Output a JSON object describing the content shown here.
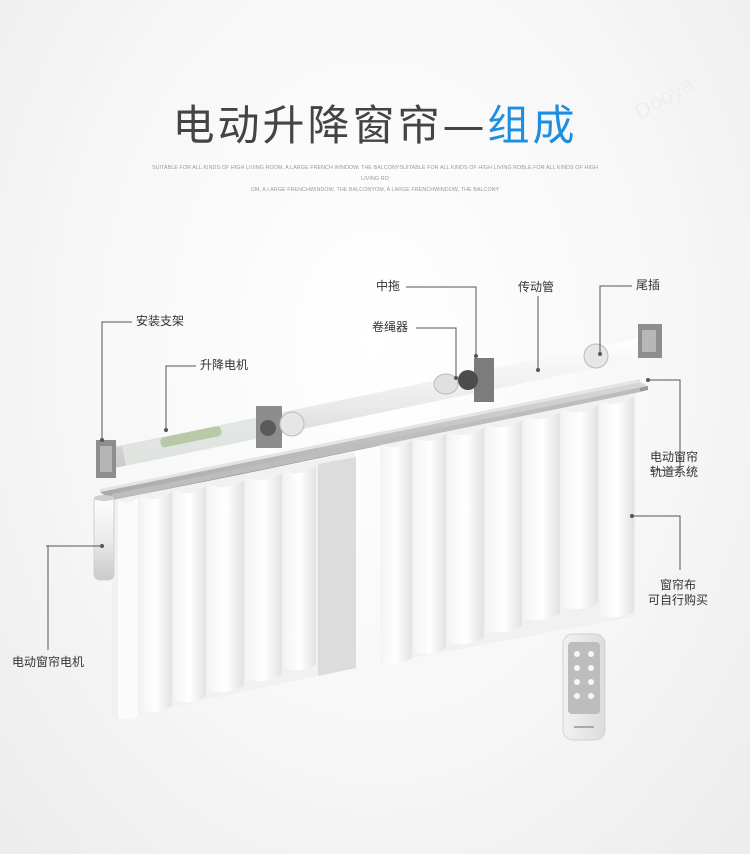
{
  "heading": {
    "main": "电动升降窗帘—",
    "accent": "组成"
  },
  "subtitle": {
    "line1": "SUITABLE FOR ALL KINDS OF HIGH LIVING ROOM, A LARGE FRENCH WINDOW, THE BALCONYSUITABLE FOR ALL KINDS OF HIGH LIVING ROBLE FOR ALL KINDS OF HIGH LIVING RO",
    "line2": "OM, A LARGE FRENCHWINDOW, THE BALCONYOM, A LARGE FRENCHWINDOW, THE BALCONY"
  },
  "watermark": "Dooya",
  "labels": {
    "bracket": "安装支架",
    "motor": "升降电机",
    "middle_holder": "中拖",
    "rope_winder": "卷绳器",
    "drive_tube": "传动管",
    "end_plug": "尾插",
    "track_line1": "电动窗帘",
    "track_line2": "轨道系统",
    "fabric_line1": "窗帘布",
    "fabric_line2": "可自行购买",
    "curtain_motor": "电动窗帘电机"
  },
  "colors": {
    "accent": "#1e8fe0",
    "text": "#333333",
    "leader": "#555555"
  }
}
